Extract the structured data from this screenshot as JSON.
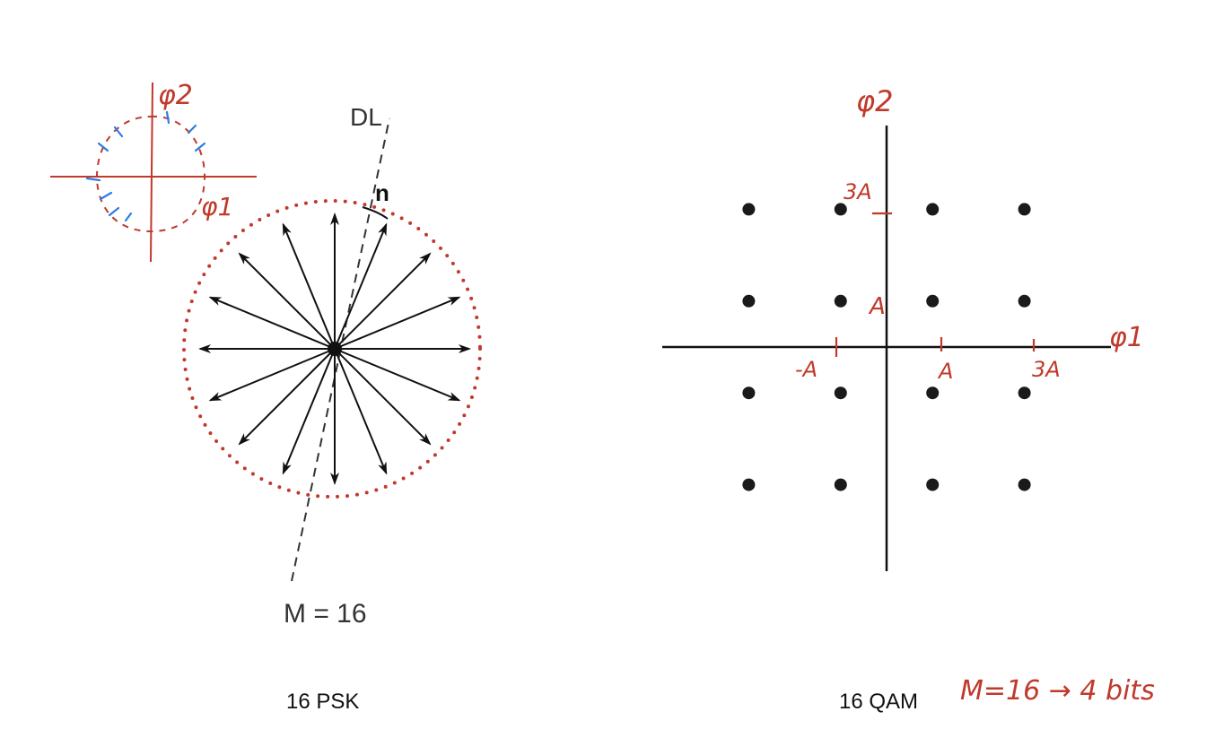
{
  "psk": {
    "dl_label": "DL",
    "n_label": "n",
    "m_label": "M = 16",
    "caption": "16 PSK",
    "num_vectors": 16,
    "vector_angles_deg": [
      0,
      22.5,
      45,
      67.5,
      90,
      112.5,
      135,
      157.5,
      180,
      202.5,
      225,
      247.5,
      270,
      292.5,
      315,
      337.5
    ],
    "dot_color": "#c0392b",
    "vector_color": "#111111"
  },
  "qpsk_sketch": {
    "phi2_label": "φ2",
    "phi1_label": "φ1",
    "ink_color": "#c0392b",
    "tick_color": "#2a7de1"
  },
  "qam": {
    "caption": "16 QAM",
    "phi2_label": "φ2",
    "phi1_label": "φ1",
    "tick_labels": {
      "x_neg_a": "-A",
      "x_a": "A",
      "x_3a": "3A",
      "y_a": "A",
      "y_3a": "3A"
    },
    "points": [
      [
        -3,
        3
      ],
      [
        -1,
        3
      ],
      [
        1,
        3
      ],
      [
        3,
        3
      ],
      [
        -3,
        1
      ],
      [
        -1,
        1
      ],
      [
        1,
        1
      ],
      [
        3,
        1
      ],
      [
        -3,
        -1
      ],
      [
        -1,
        -1
      ],
      [
        1,
        -1
      ],
      [
        3,
        -1
      ],
      [
        -3,
        -3
      ],
      [
        -1,
        -3
      ],
      [
        1,
        -3
      ],
      [
        3,
        -3
      ]
    ],
    "ink_color": "#c0392b"
  },
  "annotation": {
    "bits_note": "M=16 → 4 bits"
  }
}
